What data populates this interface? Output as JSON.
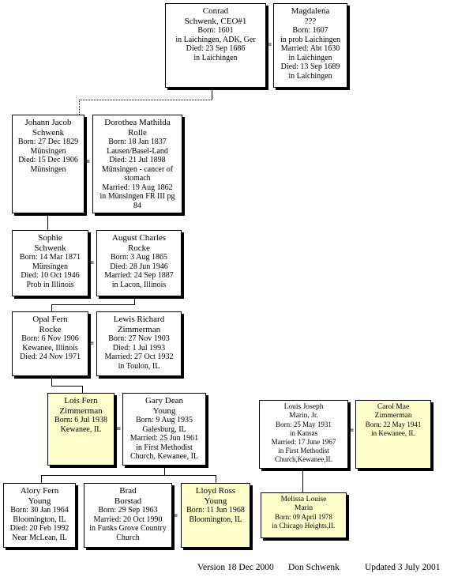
{
  "people": {
    "conrad": {
      "name": [
        "Conrad",
        "Schwenk, CEO#1"
      ],
      "details": [
        "Born: 1601",
        "in Laichingen, ADK, Ger",
        "Died: 23 Sep 1686",
        "in Laichingen"
      ]
    },
    "magdalena": {
      "name": [
        "Magdalena",
        "???"
      ],
      "details": [
        "Born: 1607",
        "in prob Laichingen",
        "Married: Abt 1630",
        "in Laichingen",
        "Died: 13 Sep 1689",
        "in Laichingen"
      ]
    },
    "johann": {
      "name": [
        "Johann Jacob",
        "Schwenk"
      ],
      "details": [
        "Born: 27 Dec 1829",
        "Münsingen",
        "Died: 15 Dec 1906",
        "Münsingen"
      ]
    },
    "dorothea": {
      "name": [
        "Dorothea Mathilda",
        "Rolle"
      ],
      "details": [
        "Born: 18 Jan 1837",
        "Lausen/Basel-Land",
        "Died: 21 Jul 1898",
        "Münsingen - cancer of",
        "stomach",
        "Married: 19 Aug 1862",
        "in Münsingen FR III pg",
        "84"
      ]
    },
    "sophie": {
      "name": [
        "Sophie",
        "Schwenk"
      ],
      "details": [
        "Born: 14 Mar 1871",
        "Münsingen",
        "Died: 10 Oct 1946",
        "Prob in Illinois"
      ]
    },
    "august": {
      "name": [
        "August Charles",
        "Rocke"
      ],
      "details": [
        "Born: 3 Aug 1865",
        "Died: 28 Jun 1946",
        "Married: 24 Sep 1887",
        "in Lacon, Illinois"
      ]
    },
    "opal": {
      "name": [
        "Opal Fern",
        "Rocke"
      ],
      "details": [
        "Born: 6 Nov 1906",
        "Kewanee, Illinois",
        "Died: 24 Nov 1971"
      ]
    },
    "lewis": {
      "name": [
        "Lewis Richard",
        "Zimmerman"
      ],
      "details": [
        "Born: 27 Nov 1903",
        "Died: 1 Jul 1993",
        "Married: 27 Oct 1932",
        "in Toulon, IL"
      ]
    },
    "lois": {
      "name": [
        "Lois Fern",
        "Zimmerman"
      ],
      "details": [
        "Born: 6 Jul 1938",
        "Kewanee, IL"
      ]
    },
    "gary": {
      "name": [
        "Gary Dean",
        "Young"
      ],
      "details": [
        "Born: 9 Aug 1935",
        "Galesburg, IL",
        "Married: 25 Jun 1961",
        "in First Methodist",
        "Church, Kewanee, IL"
      ]
    },
    "louis": {
      "name": [
        "Louis Joseph",
        "Marin, Jr."
      ],
      "details": [
        "Born: 25 May 1931",
        "in Kansas",
        "Married: 17 June 1967",
        "in First Methodist",
        "Church,Kewanee,IL"
      ]
    },
    "carol": {
      "name": [
        "Carol Mae",
        "Zimmerman"
      ],
      "details": [
        "Born: 22 May 1941",
        "in Kewanee, IL"
      ]
    },
    "alory": {
      "name": [
        "Alory Fern",
        "Young"
      ],
      "details": [
        "Born: 30 Jan 1964",
        "Bloomington, IL",
        "Died: 20 Feb 1992",
        "Near McLean, IL"
      ]
    },
    "brad": {
      "name": [
        "Brad",
        "Borstad"
      ],
      "details": [
        "Born: 29 Sep 1963",
        "Married: 20 Oct 1990",
        "in Funks Grove Country",
        "Church"
      ]
    },
    "lloyd": {
      "name": [
        "Lloyd Ross",
        "Young"
      ],
      "details": [
        "Born: 11 Jun 1968",
        "Bloomington, IL"
      ]
    },
    "melissa": {
      "name": [
        "Melissa Louise",
        "Marin"
      ],
      "details": [
        "Born: 09 April 1978",
        "in Chicago Heights,IL"
      ]
    }
  },
  "colors": {
    "highlight": "#ffffcc",
    "box": "#ffffff",
    "line": "#000000"
  },
  "marriage_symbol": "=",
  "footer": {
    "version": "Version 18 Dec 2000",
    "author": "Don Schwenk",
    "updated": "Updated 3 July 2001"
  }
}
